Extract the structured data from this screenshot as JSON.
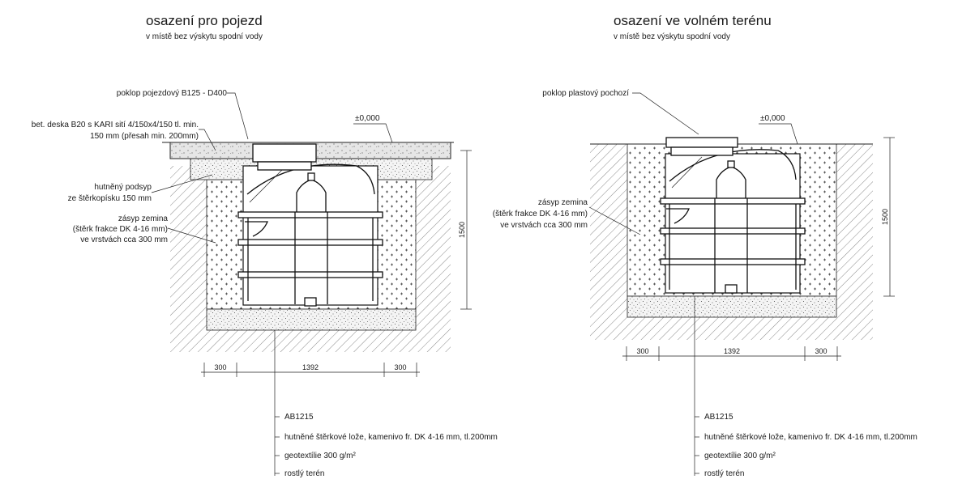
{
  "left": {
    "title": "osazení pro pojezd",
    "subtitle": "v místě bez výskytu spodní vody",
    "labels": {
      "lid": "poklop pojezdový B125 - D400",
      "slab_1": "bet. deska B20 s KARI sití 4/150x4/150 tl. min.",
      "slab_2": "150 mm (přesah min. 200mm)",
      "bed_1": "hutněný podsyp",
      "bed_2": "ze štěrkopísku 150 mm",
      "fill_1": "zásyp zemina",
      "fill_2": "(štěrk frakce DK 4-16 mm)",
      "fill_3": "ve vrstvách cca 300 mm",
      "level": "±0,000"
    },
    "dims": {
      "height": "1500",
      "side_left": "300",
      "width": "1392",
      "side_right": "300"
    },
    "legend": [
      "AB1215",
      "hutněné štěrkové lože, kamenivo fr. DK 4-16 mm, tl.200mm",
      "geotextílie 300 g/m²",
      "rostlý terén"
    ]
  },
  "right": {
    "title": "osazení ve volném terénu",
    "subtitle": "v místě bez výskytu spodní vody",
    "labels": {
      "lid": "poklop plastový pochozí",
      "fill_1": "zásyp zemina",
      "fill_2": "(štěrk frakce DK 4-16 mm)",
      "fill_3": "ve vrstvách cca 300 mm",
      "level": "±0,000"
    },
    "dims": {
      "height": "1500",
      "side_left": "300",
      "width": "1392",
      "side_right": "300"
    },
    "legend": [
      "AB1215",
      "hutněné štěrkové lože, kamenivo fr. DK 4-16 mm, tl.200mm",
      "geotextílie 300 g/m²",
      "rostlý terén"
    ]
  }
}
